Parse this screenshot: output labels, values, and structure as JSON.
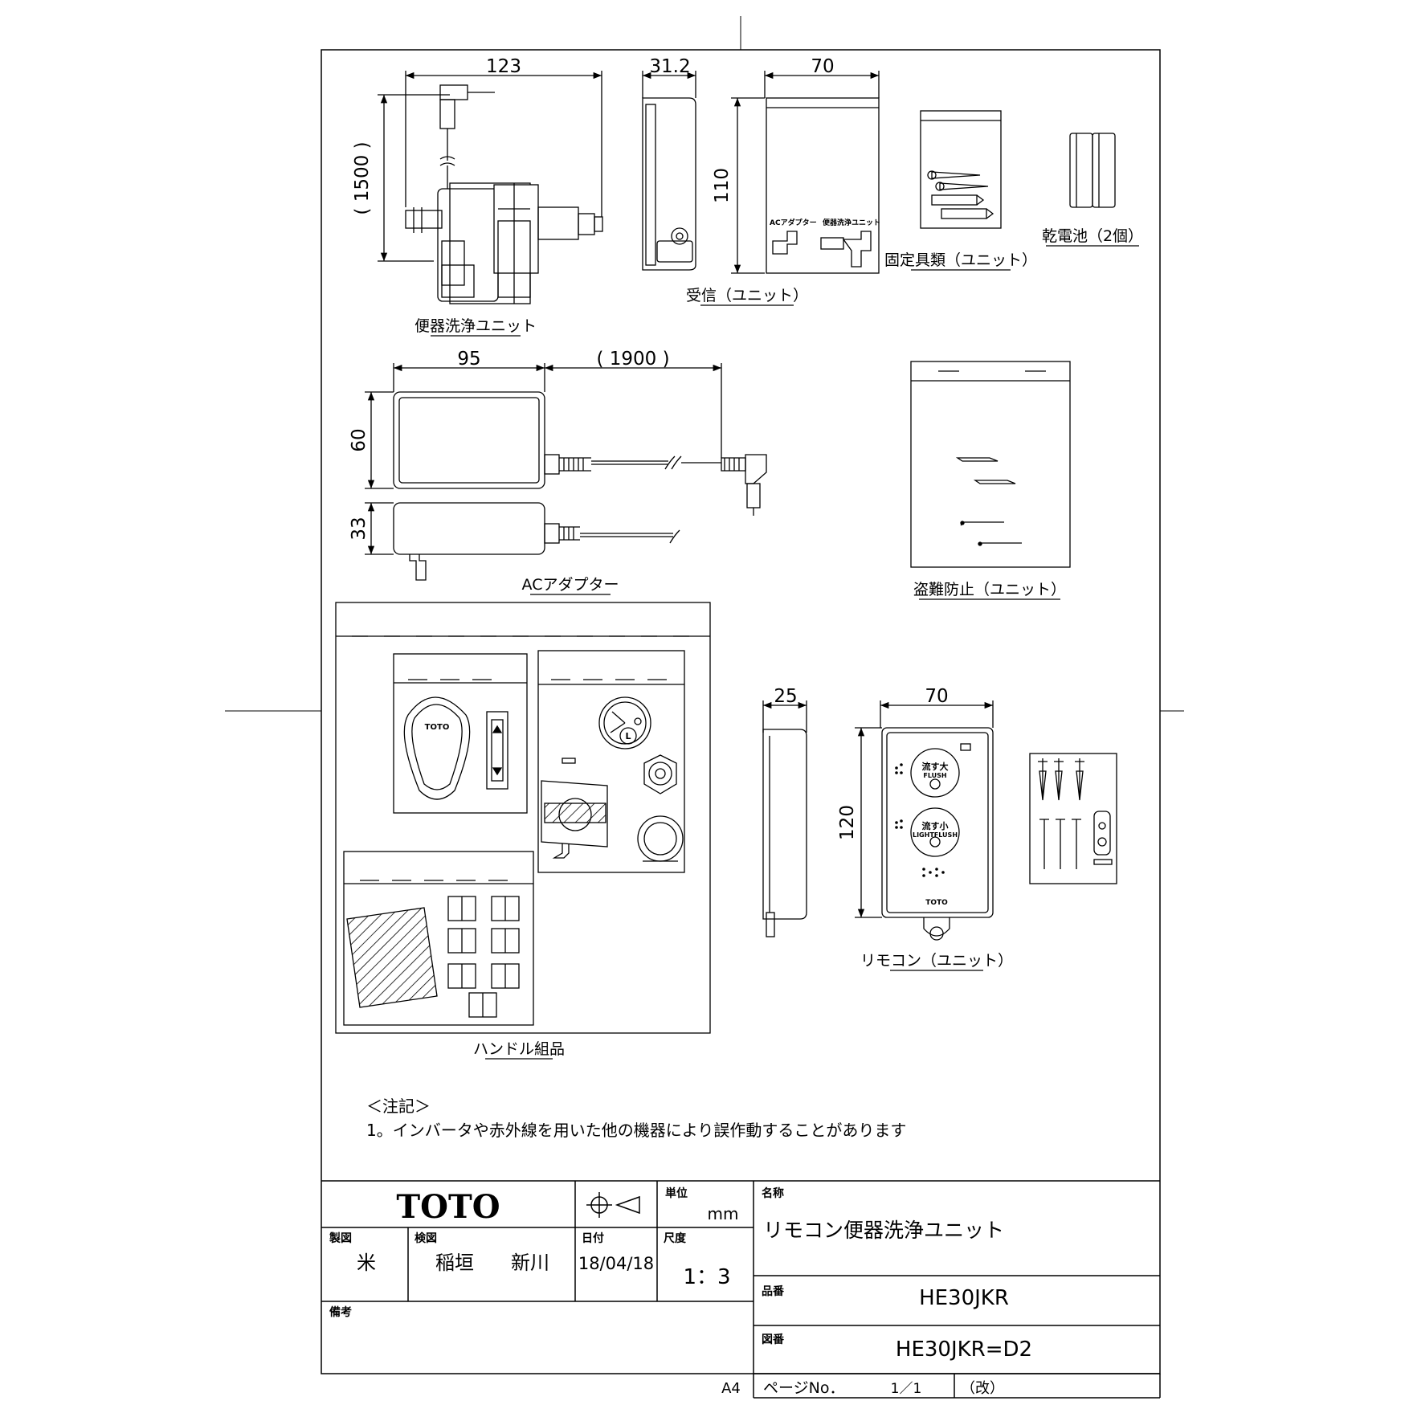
{
  "dimensions": {
    "unit_width": "123",
    "unit_cable": "( 1500 )",
    "receiver_depth": "31.2",
    "receiver_width": "70",
    "receiver_height": "110",
    "adapter_width": "95",
    "adapter_cable": "( 1900 )",
    "adapter_height": "60",
    "adapter_depth": "33",
    "remote_depth": "25",
    "remote_width": "70",
    "remote_height": "120"
  },
  "parts": {
    "flush_unit": "便器洗浄ユニット",
    "receiver": "受信（ユニット）",
    "fixings": "固定具類（ユニット）",
    "batteries": "乾電池（2個）",
    "ac_adapter": "ACアダプター",
    "anti_theft": "盗難防止（ユニット）",
    "remote": "リモコン（ユニット）",
    "handle_set": "ハンドル組品"
  },
  "inner_labels": {
    "bag_ac": "ACアダプター",
    "bag_unit": "便器洗浄ユニット",
    "logo_small": "TOTO",
    "button_big_jp": "流す大",
    "button_big_en": "FLUSH",
    "button_small_jp": "流す小",
    "button_small_en": "LIGHTFLUSH",
    "remote_logo": "TOTO",
    "knob_letter": "L"
  },
  "notes": {
    "heading": "＜注記＞",
    "line1": "1。インバータや赤外線を用いた他の機器により誤作動することがあります"
  },
  "title_block": {
    "logo": "TOTO",
    "unit_label": "単位",
    "unit_value": "mm",
    "name_label": "名称",
    "name_value": "リモコン便器洗浄ユニット",
    "drawn_label": "製図",
    "drawn_value": "米",
    "checked_label": "検図",
    "checked_value1": "稲垣",
    "checked_value2": "新川",
    "date_label": "日付",
    "date_value": "18/04/18",
    "scale_label": "尺度",
    "scale_value": "1：3",
    "part_no_label": "品番",
    "part_no_value": "HE30JKR",
    "remarks_label": "備考",
    "drawing_no_label": "図番",
    "drawing_no_value": "HE30JKR=D2",
    "paper_size": "A4",
    "page_label": "ページNo．",
    "page_value": "1／1",
    "revision_label": "（改）"
  }
}
